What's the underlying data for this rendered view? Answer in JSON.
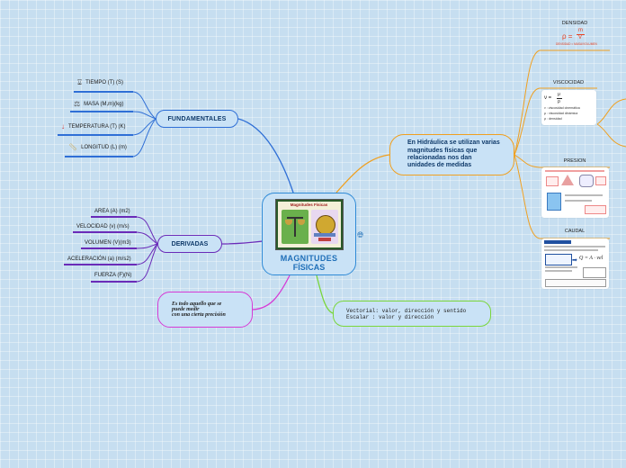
{
  "center": {
    "title_line1": "MAGNITUDES",
    "title_line2": "FÍSICAS",
    "image_caption": "Magnitudes Físicas"
  },
  "fundamentales": {
    "label": "FUNDAMENTALES",
    "items": [
      {
        "label": "TIEMPO (T) (S)",
        "icon": "hourglass-icon"
      },
      {
        "label": "MASA (M,m)(kg)",
        "icon": "scale-icon"
      },
      {
        "label": "TEMPERATURA (T) (K)",
        "icon": "thermometer-icon"
      },
      {
        "label": "LONGITUD (L) (m)",
        "icon": "ruler-icon"
      }
    ]
  },
  "derivadas": {
    "label": "DERIVADAS",
    "items": [
      {
        "label": "AREA (A) (m2)"
      },
      {
        "label": "VELOCIDAD (v) (m/s)"
      },
      {
        "label": "VOLUMEN (V)(m3)"
      },
      {
        "label": "ACELERACIÓN (a) (m/s2)"
      },
      {
        "label": "FUERZA (F)(N)"
      }
    ]
  },
  "definicion": {
    "line1": "Es todo aquello que se",
    "line2": "puede medir",
    "line3": "con una cierta precisión"
  },
  "vectorial": {
    "line1": "Vectorial: valor, dirección y sentido",
    "line2": "Escalar : valor y dirección"
  },
  "hidraulica": {
    "text": "En Hidráulica se utilizan varias magnitudes físicas que relacionadas nos dan unidades de medidas",
    "topics": [
      {
        "label": "DENSIDAD"
      },
      {
        "label": "VISCOCIDAD"
      },
      {
        "label": "PRESION"
      },
      {
        "label": "CAUDAL"
      }
    ]
  },
  "densidad_formula": {
    "rho": "ρ =",
    "m": "m",
    "v": "V",
    "caption": "DENSIDAD = MASA/VOLUMEN"
  },
  "viscosidad_formula": {
    "main": "ν =",
    "num": "μ",
    "den": "ρ",
    "legend": [
      "ν : viscosidad cinemática",
      "μ : viscosidad dinámica",
      "ρ : densidad"
    ]
  },
  "caudal_formula": {
    "eq": "Q = A · vel"
  },
  "colors": {
    "fundamentales": "#2f6fd6",
    "derivadas": "#6a2bb8",
    "definicion": "#d63bd6",
    "vectorial": "#7ad63b",
    "hidraulica": "#f0a020",
    "center": "#2f8ad6"
  }
}
